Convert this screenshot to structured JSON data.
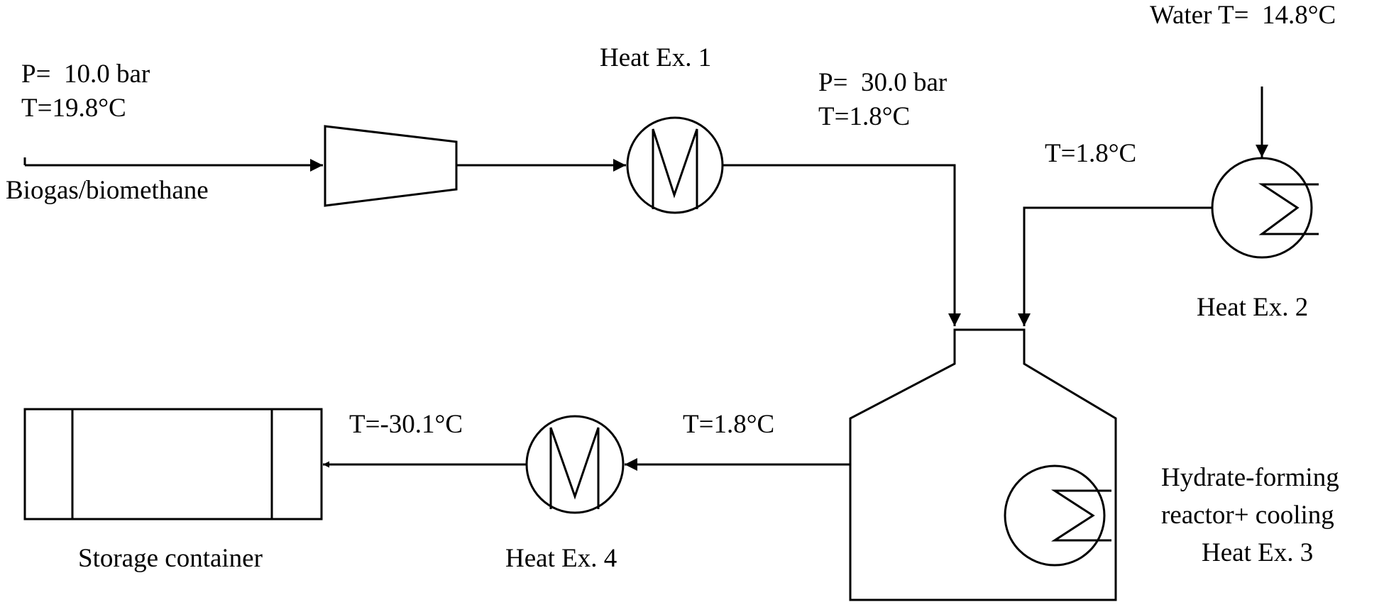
{
  "diagram": {
    "inlet": {
      "pressure": "P=  10.0 bar",
      "temperature": "T=19.8°C",
      "stream": "Biogas/biomethane"
    },
    "heat_ex_1": {
      "label": "Heat Ex. 1",
      "outlet_pressure": "P=  30.0 bar",
      "outlet_temperature": "T=1.8°C"
    },
    "heat_ex_2": {
      "label": "Heat Ex. 2",
      "water_feed": "Water T=  14.8°C",
      "outlet_temperature": "T=1.8°C"
    },
    "reactor": {
      "label_line1": "Hydrate-forming",
      "label_line2": "reactor+ cooling",
      "label_line3": "Heat Ex. 3",
      "outlet_temperature": "T=1.8°C"
    },
    "heat_ex_4": {
      "label": "Heat Ex. 4",
      "outlet_temperature": "T=-30.1°C"
    },
    "storage": {
      "label": "Storage container"
    },
    "colors": {
      "line": "#000000",
      "background": "#ffffff"
    }
  }
}
